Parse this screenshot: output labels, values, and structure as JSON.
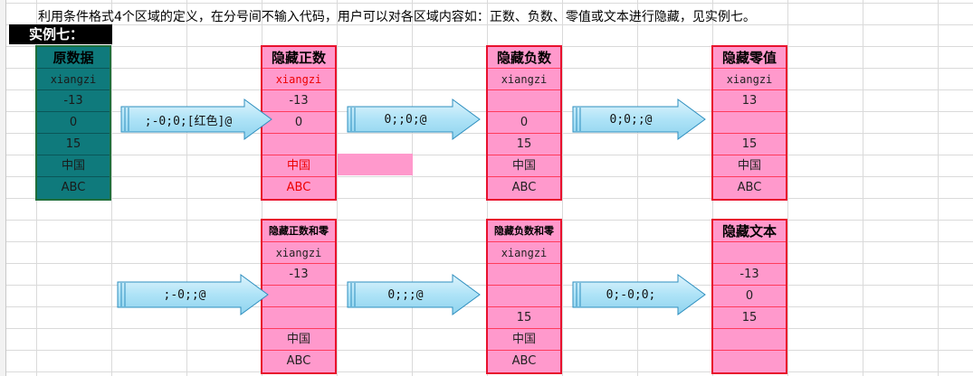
{
  "description": "利用条件格式4个区域的定义，在分号间不输入代码，用户可以对各区域内容如：正数、负数、零值或文本进行隐藏，见实例七。",
  "example_label": "实例七：",
  "source_column": {
    "header": "原数据",
    "values": [
      "xiangzi",
      "-13",
      "0",
      "15",
      "中国",
      "ABC"
    ]
  },
  "hide_positive": {
    "header": "隐藏正数",
    "values": [
      "xiangzi",
      "-13",
      "0",
      "",
      "中国",
      "ABC"
    ],
    "arrow_format": ";-0;0;[红色]@"
  },
  "hide_negative": {
    "header": "隐藏负数",
    "values": [
      "xiangzi",
      "",
      "0",
      "15",
      "中国",
      "ABC"
    ],
    "arrow_format": "0;;0;@"
  },
  "hide_zero": {
    "header": "隐藏零值",
    "values": [
      "xiangzi",
      "13",
      "",
      "15",
      "中国",
      "ABC"
    ],
    "arrow_format": "0;0;;@"
  },
  "hide_positive_zero": {
    "header": "隐藏正数和零",
    "values": [
      "xiangzi",
      "-13",
      "",
      "",
      "中国",
      "ABC"
    ],
    "arrow_format": ";-0;;@"
  },
  "hide_negative_zero": {
    "header": "隐藏负数和零",
    "values": [
      "xiangzi",
      "",
      "",
      "15",
      "中国",
      "ABC"
    ],
    "arrow_format": "0;;;@"
  },
  "hide_text": {
    "header": "隐藏文本",
    "values": [
      "",
      "-13",
      "0",
      "15",
      "",
      ""
    ],
    "arrow_format": "0;-0;0;"
  },
  "colors": {
    "teal": "#0f7a7c",
    "pink": "#ff99cc",
    "border_red": "#e8112d",
    "text_red": "#ee0000",
    "arrow_fill": "#aee3f7"
  }
}
